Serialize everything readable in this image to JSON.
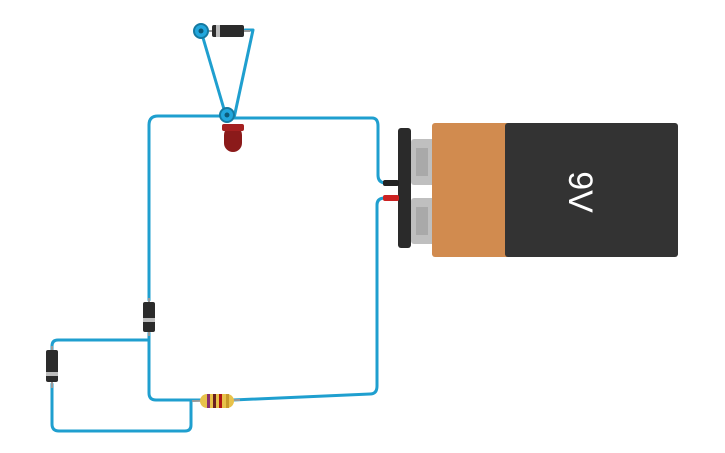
{
  "battery": {
    "label": "9V",
    "body_color": "#333333",
    "label_band_color": "#d18b4f",
    "terminal_color": "#bfbfbf",
    "label_text_color": "#ffffff"
  },
  "colors": {
    "wire": "#1f9fcf",
    "wire_outline": "#157aa1",
    "led_body": "#8b1a1a",
    "diode_body": "#2b2b2b",
    "diode_band": "#bdbdbd",
    "resistor_body": "#e8c24a",
    "terminal_neg": "#222222",
    "terminal_pos": "#cc2222",
    "endpoint": "#22a7dd"
  },
  "components": [
    {
      "name": "battery-9v",
      "type": "battery"
    },
    {
      "name": "led",
      "type": "led"
    },
    {
      "name": "diode-1",
      "type": "diode"
    },
    {
      "name": "diode-2",
      "type": "diode"
    },
    {
      "name": "diode-3",
      "type": "diode"
    },
    {
      "name": "resistor",
      "type": "resistor"
    }
  ]
}
